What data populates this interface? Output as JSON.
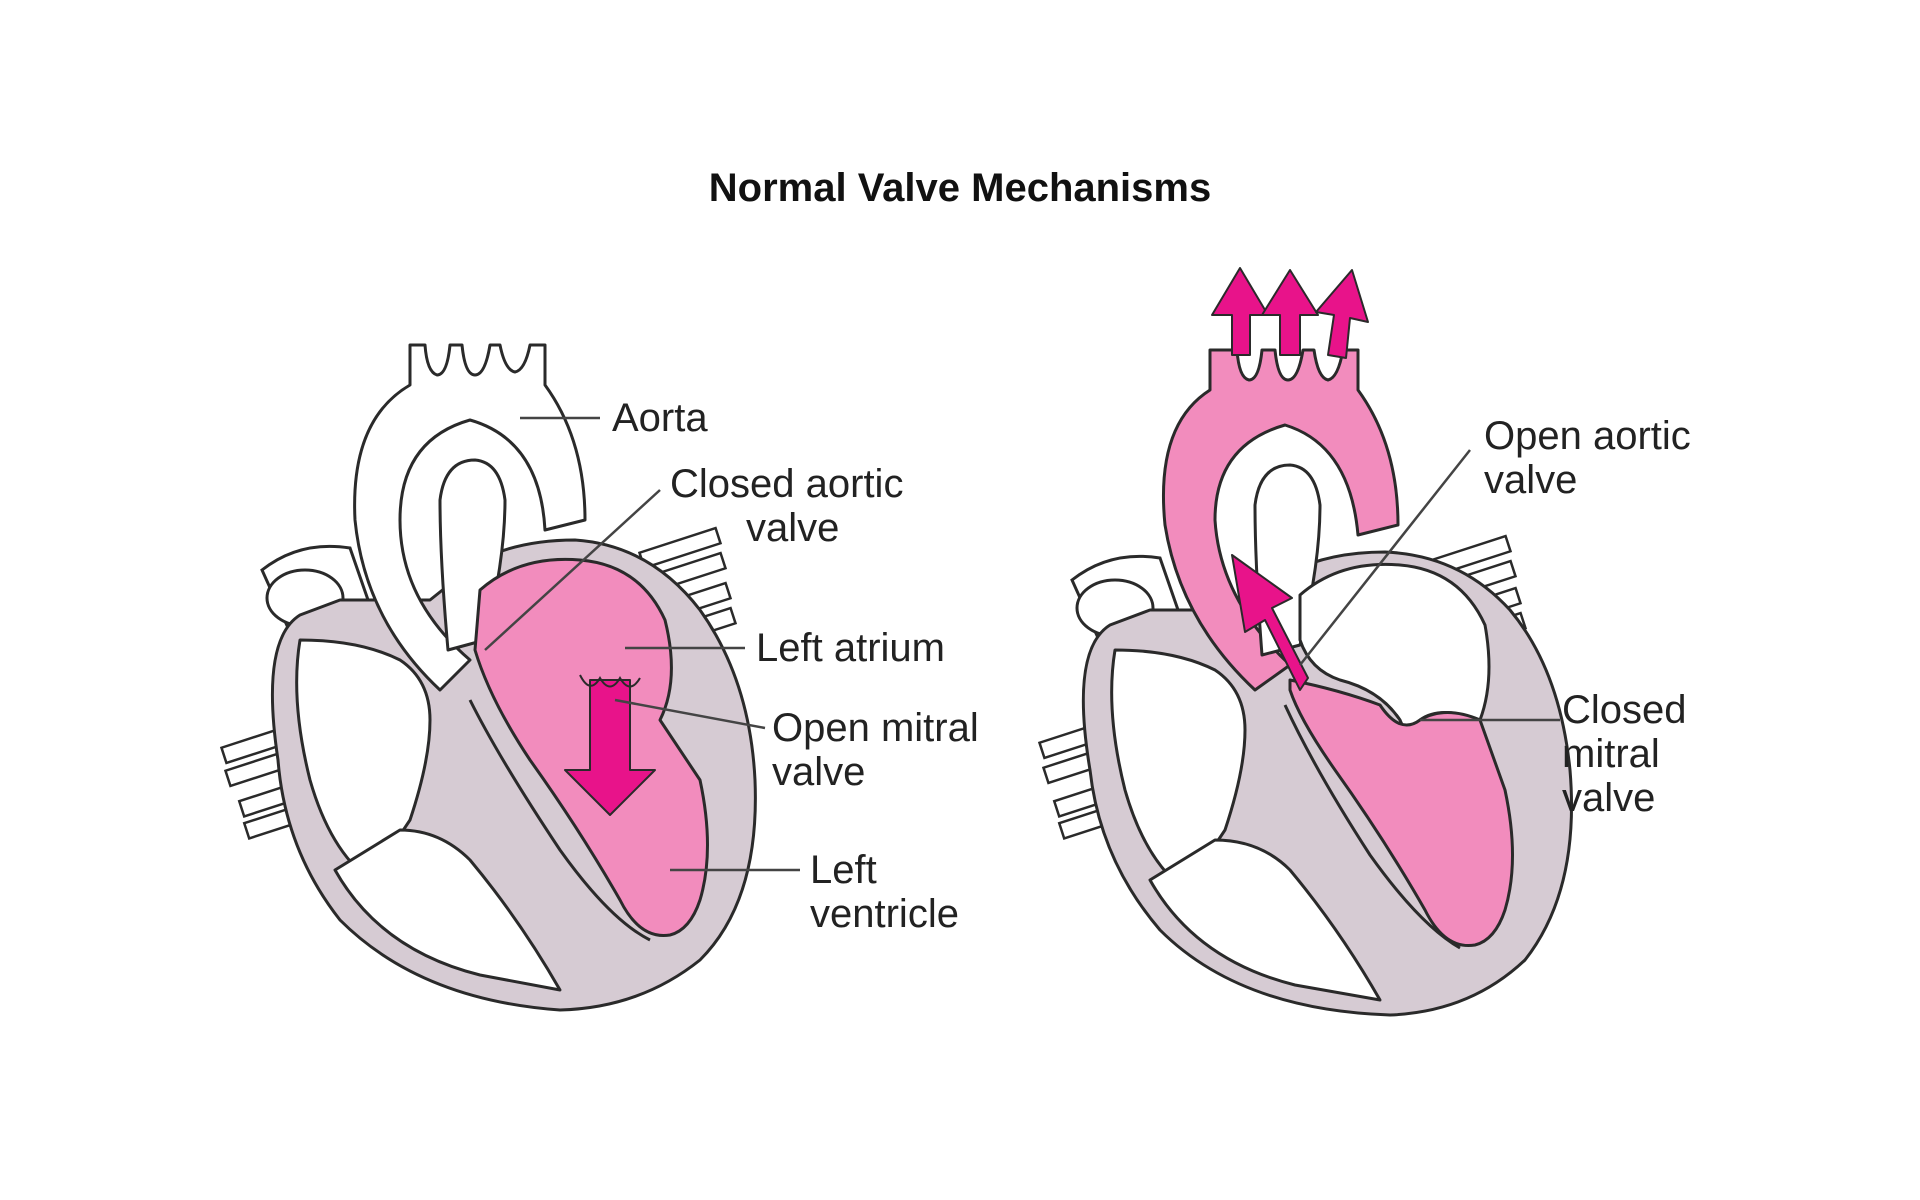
{
  "title": "Normal Valve Mechanisms",
  "colors": {
    "blood": "#f28cbd",
    "arrow": "#e8138a",
    "wall": "#d6cbd3",
    "outline": "#2a2a2a"
  },
  "left_heart": {
    "labels": {
      "aorta": "Aorta",
      "closed_aortic_valve_line1": "Closed aortic",
      "closed_aortic_valve_line2": "valve",
      "left_atrium": "Left atrium",
      "open_mitral_valve_line1": "Open mitral",
      "open_mitral_valve_line2": "valve",
      "left_ventricle_line1": "Left",
      "left_ventricle_line2": "ventricle"
    }
  },
  "right_heart": {
    "labels": {
      "open_aortic_valve_line1": "Open aortic",
      "open_aortic_valve_line2": "valve",
      "closed_mitral_valve_line1": "Closed",
      "closed_mitral_valve_line2": "mitral",
      "closed_mitral_valve_line3": "valve"
    }
  }
}
